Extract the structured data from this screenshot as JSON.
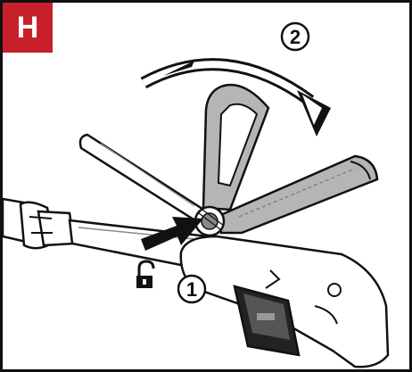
{
  "figure": {
    "label": "H",
    "label_color": "#c8202a",
    "steps": [
      {
        "number": "1",
        "icon": "unlock-icon",
        "action": "push"
      },
      {
        "number": "2",
        "icon": "curved-arrow-icon",
        "action": "rotate"
      }
    ]
  }
}
